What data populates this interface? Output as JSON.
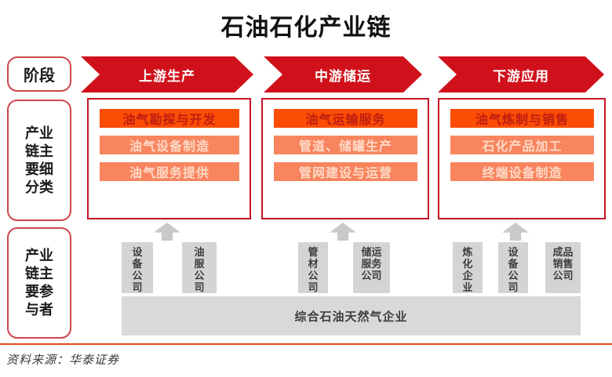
{
  "title": "石油石化产业链",
  "colors": {
    "arrow_red": "#d0111b",
    "container_border_red": "#c41425",
    "header_item_orange": "#fb4d04",
    "light_item_orange": "#f8855e",
    "gray_box": "#d4d4d4",
    "big_bar_gray": "#d9d9d9",
    "divider_line": "#e2491b"
  },
  "stage": {
    "label": "阶段",
    "arrows": [
      "上游生产",
      "中游储运",
      "下游应用"
    ]
  },
  "segments": {
    "label": "产业\n链主\n要细\n分类",
    "columns": [
      {
        "items": [
          "油气勘探与开发",
          "油气设备制造",
          "油气服务提供"
        ]
      },
      {
        "items": [
          "油气运输服务",
          "管道、储罐生产",
          "管网建设与运营"
        ]
      },
      {
        "items": [
          "油气炼制与销售",
          "石化产品加工",
          "终端设备制造"
        ]
      }
    ]
  },
  "participants": {
    "label": "产业\n链主\n要参\n与者",
    "companies": [
      "设\n备\n公\n司",
      "油\n服\n公\n司",
      "管\n材\n公\n司",
      "储运\n服务\n公司",
      "炼\n化\n企\n业",
      "设\n备\n公\n司",
      "成品\n销售\n公司"
    ],
    "integrated": "综合石油天然气企业"
  },
  "footer": {
    "source": "资料来源：华泰证券"
  }
}
